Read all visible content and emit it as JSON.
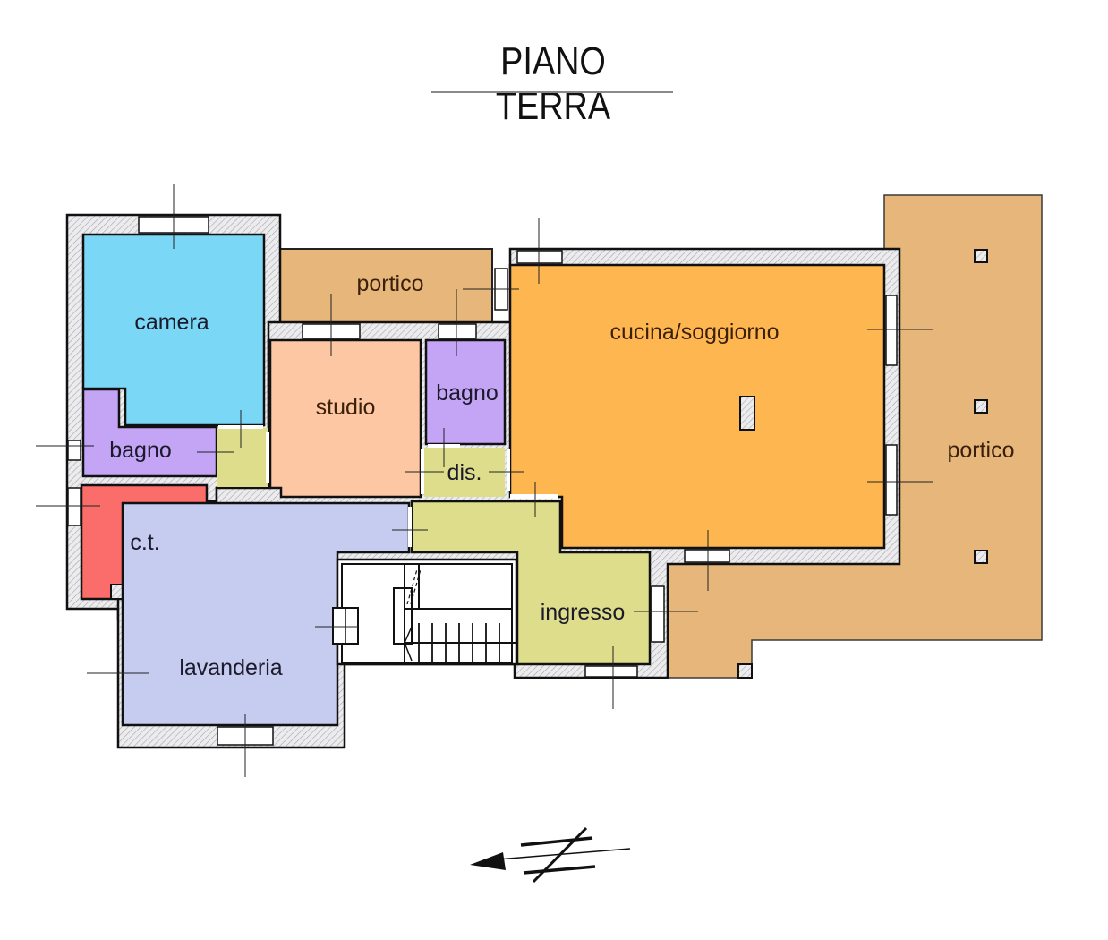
{
  "title": "PIANO TERRA",
  "colors": {
    "camera": "#7ad8f6",
    "bagno": "#c3a4f5",
    "studio": "#fdc7a3",
    "ct": "#fb6d6a",
    "lavanderia": "#c6cbf0",
    "disimpegno": "#dedd8b",
    "ingresso": "#dedd8b",
    "cucina_soggiorno": "#fdb650",
    "portico": "#e6b67a",
    "wall": "#e9e9ec",
    "wall_stroke": "#1a1a1a"
  },
  "rooms": [
    {
      "id": "camera",
      "label": "camera"
    },
    {
      "id": "bagno-1",
      "label": "bagno"
    },
    {
      "id": "ct",
      "label": "c.t."
    },
    {
      "id": "lavanderia",
      "label": "lavanderia"
    },
    {
      "id": "studio",
      "label": "studio"
    },
    {
      "id": "portico-1",
      "label": "portico"
    },
    {
      "id": "bagno-2",
      "label": "bagno"
    },
    {
      "id": "dis",
      "label": "dis."
    },
    {
      "id": "ingresso",
      "label": "ingresso"
    },
    {
      "id": "cucina-soggiorno",
      "label": "cucina/soggiorno"
    },
    {
      "id": "portico-2",
      "label": "portico"
    }
  ],
  "north_arrow": {
    "symbol": "north-arrow",
    "direction": "left"
  }
}
